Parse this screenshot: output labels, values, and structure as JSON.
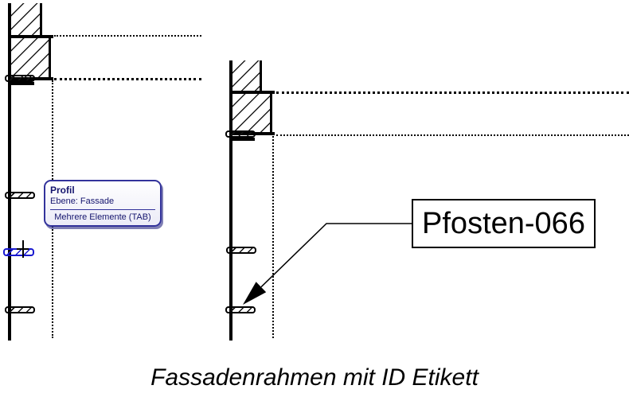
{
  "tooltip": {
    "title": "Profil",
    "level": "Ebene: Fassade",
    "hint": "Mehrere Elemente (TAB)"
  },
  "tag": {
    "text": "Pfosten-066"
  },
  "caption": {
    "text": "Fassadenrahmen mit ID Etikett"
  },
  "colors": {
    "drawing": "#000000",
    "highlight_blue": "#1818cf",
    "tooltip_border": "#32329b",
    "tooltip_text": "#15156e",
    "tooltip_bg_top": "#ffffff",
    "tooltip_bg_bottom": "#ebebf7",
    "background": "#ffffff"
  }
}
